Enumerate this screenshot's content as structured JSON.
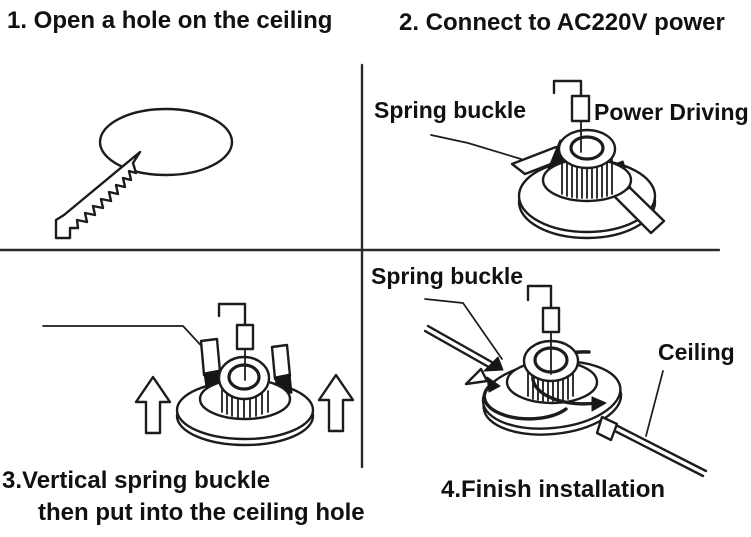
{
  "colors": {
    "background": "#ffffff",
    "line": "#1c1c1c",
    "text": "#111111"
  },
  "steps": {
    "step1": {
      "title": "1. Open a hole on the ceiling"
    },
    "step2": {
      "title": "2. Connect to AC220V power",
      "labels": {
        "spring_buckle": "Spring buckle",
        "power_driving": "Power Driving"
      }
    },
    "step3": {
      "caption_line1": "3.Vertical spring buckle",
      "caption_line2": "then put into the ceiling hole"
    },
    "step4": {
      "caption": "4.Finish installation",
      "labels": {
        "spring_buckle": "Spring buckle",
        "ceiling": "Ceiling"
      }
    }
  }
}
